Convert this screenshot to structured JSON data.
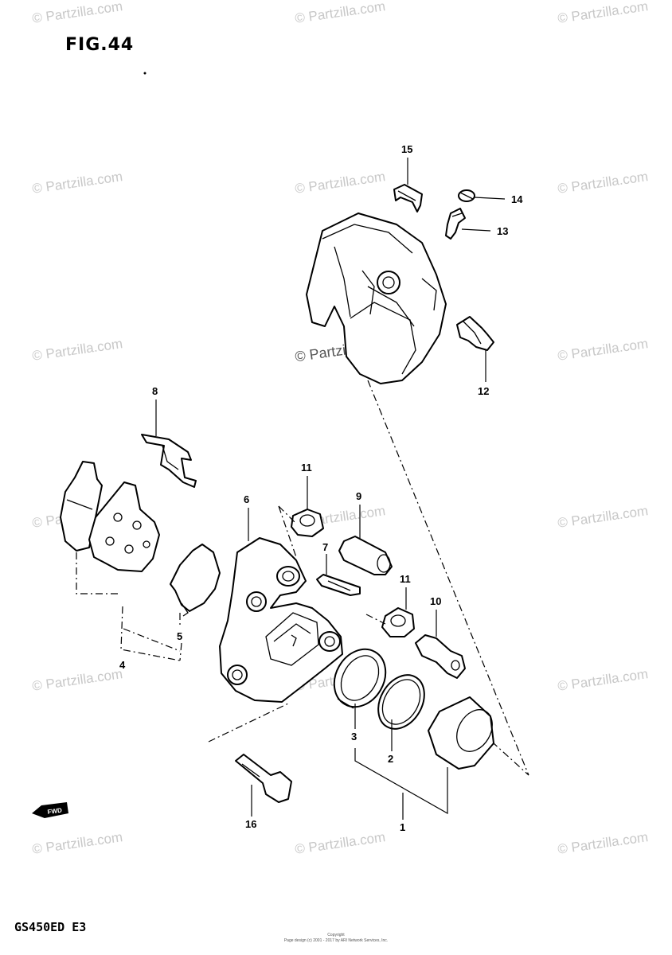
{
  "figure_label": "FIG.44",
  "model_code": "GS450ED E3",
  "watermark_text": "© Partzilla.com",
  "center_watermark_text": "© Partzilla.com",
  "fwd_label": "FWD",
  "copyright_line1": "Copyright",
  "copyright_line2": "Page design (c) 2001 - 2017 by ARI Network Services, Inc.",
  "callouts": {
    "p1": "1",
    "p2": "2",
    "p3": "3",
    "p4": "4",
    "p5": "5",
    "p6": "6",
    "p7": "7",
    "p8": "8",
    "p9": "9",
    "p10": "10",
    "p11a": "11",
    "p11b": "11",
    "p12": "12",
    "p13": "13",
    "p14": "14",
    "p15": "15",
    "p16": "16"
  }
}
